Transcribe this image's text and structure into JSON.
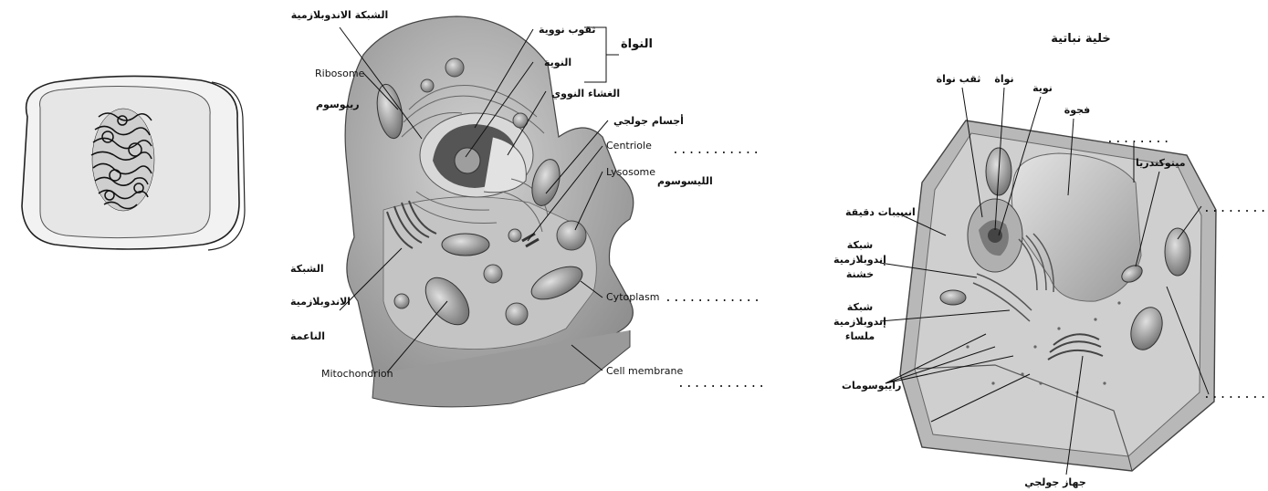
{
  "animal_cell": {
    "labels": {
      "er_top": "الشبكة الاندوبلازمية",
      "ribosome_en": "Ribosome",
      "ribosome_ar": "ريبوسوم",
      "smooth_er_1": "الشبكة",
      "smooth_er_2": "الاندوبلازمية",
      "smooth_er_3": "الناعمة",
      "mitochondrion": "Mitochondrion",
      "nuclear_pores": "ثقوب نووية",
      "nucleolus": "النوية",
      "nuclear_membrane": "الغشاء النووي",
      "nucleus_group": "النواة",
      "golgi": "أجسام جولجي",
      "centriole": "Centriole",
      "lysosome_en": "Lysosome",
      "lysosome_ar": "الليسوسوم",
      "cytoplasm": "Cytoplasm",
      "cell_membrane": "Cell membrane"
    },
    "blanks": [
      "...........",
      "............",
      "..........."
    ]
  },
  "plant_cell": {
    "title": "خلية نباتية",
    "labels": {
      "nuclear_pore": "ثقب نواة",
      "nucleus": "نواة",
      "nucleolus": "نوية",
      "vacuole": "فجوة",
      "mitochondria": "ميتوكندريا",
      "microtubules": "انيبيبات دقيقة",
      "rough_er_1": "شبكة",
      "rough_er_2": "إندوبلازمية",
      "rough_er_3": "خشنة",
      "smooth_er_1": "شبكة",
      "smooth_er_2": "إندوبلازمية",
      "smooth_er_3": "ملساء",
      "ribosomes": "رايبوسومات",
      "golgi": "جهاز جولجي"
    },
    "blanks": [
      "........",
      "........",
      "........"
    ]
  },
  "colors": {
    "cell_fill": "#b9b9b9",
    "cell_dark": "#8a8a8a",
    "cell_light": "#d8d8d8",
    "line": "#111111"
  }
}
